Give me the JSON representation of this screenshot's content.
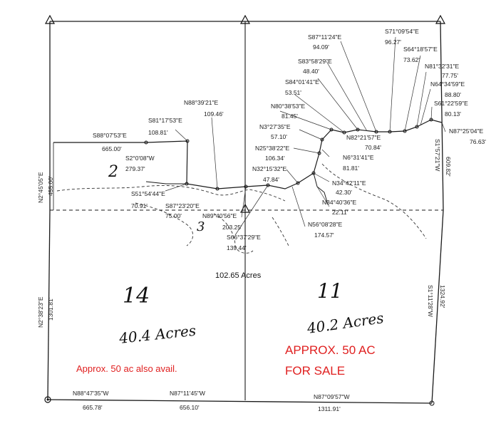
{
  "survey": {
    "total_area": "102.65 Acres",
    "tracts": [
      {
        "number": "14",
        "area": "40.4 Acres"
      },
      {
        "number": "11",
        "area": "40.2 Acres"
      }
    ],
    "creek_marks": [
      "2",
      "3"
    ],
    "notes": {
      "for_sale_line1": "APPROX. 50 AC",
      "for_sale_line2": "FOR SALE",
      "also_available": "Approx. 50 ac also avail."
    },
    "accent_color": "#e02020",
    "boundary_calls": {
      "west_upper": "N2°45'05\"E",
      "west_upper_dist": "455.00'",
      "west_lower": "N2°38'23\"E",
      "west_lower_dist": "1301.81'",
      "east_upper": "S1°57'21\"W",
      "east_upper_dist": "609.82'",
      "east_lower": "S1°11'28\"W",
      "east_lower_dist": "1324.92'",
      "south_1": "N88°47'35\"W",
      "south_1_dist": "665.78'",
      "south_2": "N87°11'45\"W",
      "south_2_dist": "656.10'",
      "south_3": "N87°09'57\"W",
      "south_3_dist": "1311.91'"
    },
    "creek_calls": [
      {
        "bearing": "S88°07'53\"E",
        "dist": "665.00'"
      },
      {
        "bearing": "S81°17'53\"E",
        "dist": "108.81'"
      },
      {
        "bearing": "N88°39'21\"E",
        "dist": "109.46'"
      },
      {
        "bearing": "S2°0'08\"W",
        "dist": "279.37'"
      },
      {
        "bearing": "S51°54'44\"E",
        "dist": "70.91'"
      },
      {
        "bearing": "S87°23'20\"E",
        "dist": "75.00'"
      },
      {
        "bearing": "N89°40'56\"E",
        "dist": "203.25'"
      },
      {
        "bearing": "S66°37'29\"E",
        "dist": "139.44'"
      },
      {
        "bearing": "N32°15'32\"E",
        "dist": "47.84'"
      },
      {
        "bearing": "N25°38'22\"E",
        "dist": "106.34'"
      },
      {
        "bearing": "N3°27'35\"E",
        "dist": "57.10'"
      },
      {
        "bearing": "N80°38'53\"E",
        "dist": "81.45'"
      },
      {
        "bearing": "S84°01'41\"E",
        "dist": "53.51'"
      },
      {
        "bearing": "S83°58'29\"E",
        "dist": "48.40'"
      },
      {
        "bearing": "S87°11'24\"E",
        "dist": "94.09'"
      },
      {
        "bearing": "S71°09'54\"E",
        "dist": "96.27'"
      },
      {
        "bearing": "S64°18'57\"E",
        "dist": "73.62'"
      },
      {
        "bearing": "N81°32'31\"E",
        "dist": "77.75'"
      },
      {
        "bearing": "N64°34'59\"E",
        "dist": "88.80'"
      },
      {
        "bearing": "S61°22'59\"E",
        "dist": "80.13'"
      },
      {
        "bearing": "N87°25'04\"E",
        "dist": "76.63'"
      },
      {
        "bearing": "N82°21'57\"E",
        "dist": "70.84'"
      },
      {
        "bearing": "N6°31'41\"E",
        "dist": "81.81'"
      },
      {
        "bearing": "N34°42'11\"E",
        "dist": "42.30'"
      },
      {
        "bearing": "N34°40'36\"E",
        "dist": "22.11'"
      },
      {
        "bearing": "N56°08'28\"E",
        "dist": "174.57'"
      }
    ]
  }
}
